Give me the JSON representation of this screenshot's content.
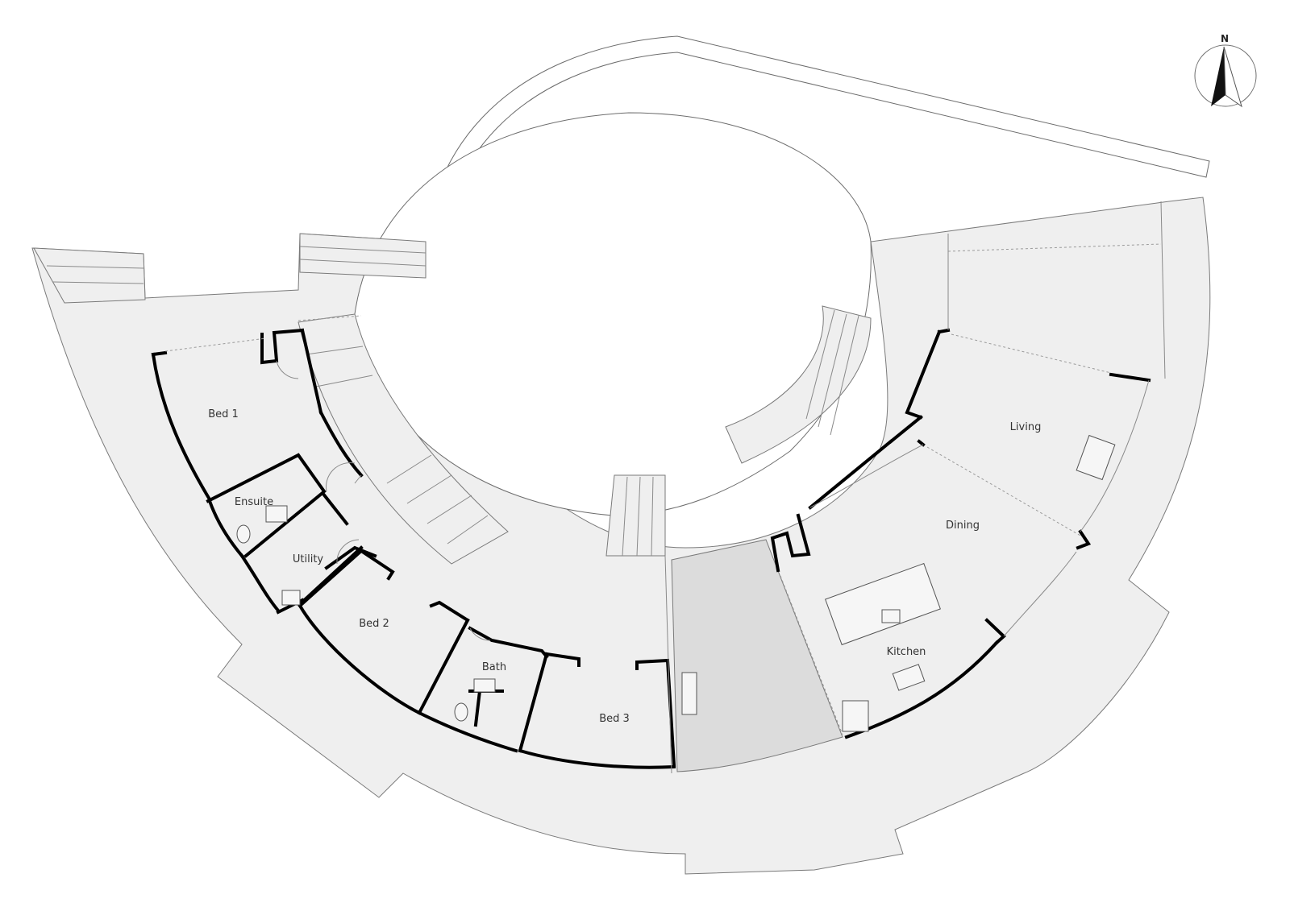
{
  "plan": {
    "north_label": "N",
    "rooms": [
      {
        "key": "bed1",
        "label": "Bed 1"
      },
      {
        "key": "ensuite",
        "label": "Ensuite"
      },
      {
        "key": "utility",
        "label": "Utility"
      },
      {
        "key": "bed2",
        "label": "Bed 2"
      },
      {
        "key": "bath",
        "label": "Bath"
      },
      {
        "key": "bed3",
        "label": "Bed 3"
      },
      {
        "key": "living",
        "label": "Living"
      },
      {
        "key": "dining",
        "label": "Dining"
      },
      {
        "key": "kitchen",
        "label": "Kitchen"
      }
    ]
  },
  "colors": {
    "deck_fill": "#efefef",
    "entry_fill": "#dcdcdc",
    "wall": "#000000",
    "line": "#7a7a7a",
    "background": "#ffffff"
  }
}
